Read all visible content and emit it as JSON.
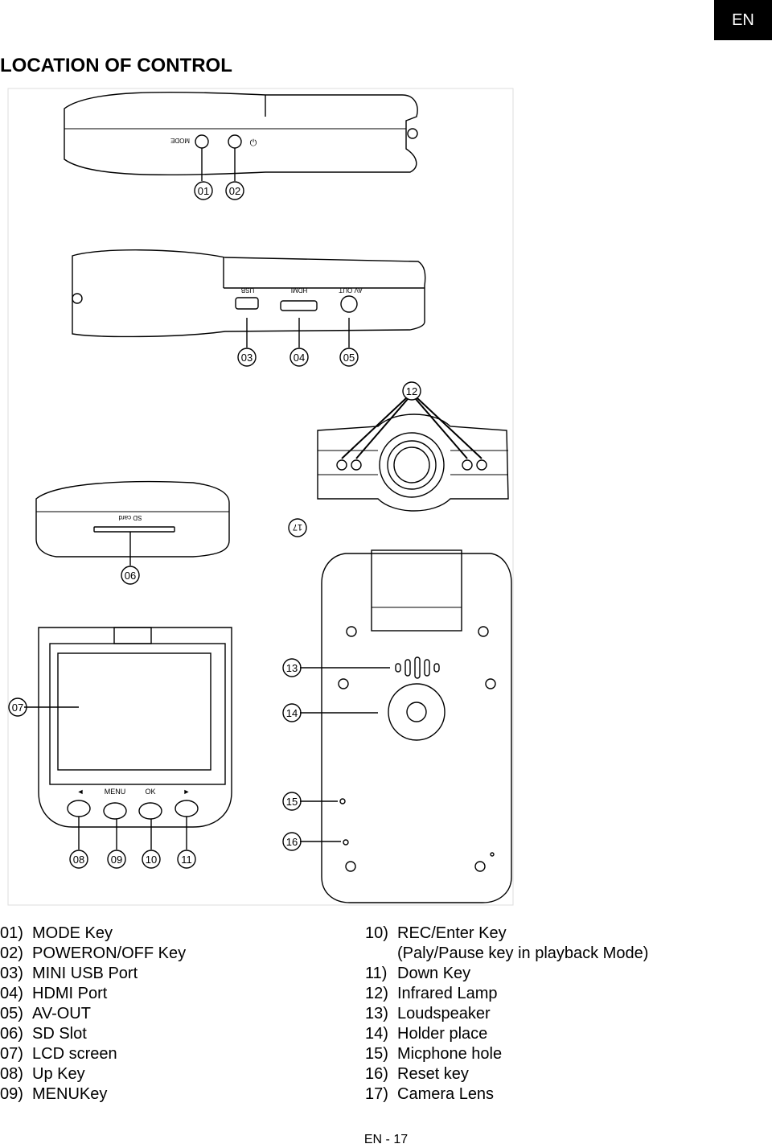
{
  "badge": "EN",
  "title": "LOCATION OF CONTROL",
  "diagram": {
    "top_view": {
      "mode_label": "MODE",
      "power_symbol": "⏻",
      "callouts": [
        "01",
        "02"
      ]
    },
    "side_view": {
      "usb_label": "USB",
      "hdmi_label": "HDMI",
      "av_label": "AV OUT",
      "callouts": [
        "03",
        "04",
        "05"
      ]
    },
    "front_view": {
      "callout": "12"
    },
    "bottom_view": {
      "sd_label": "SD card",
      "callout": "06",
      "lens_callout": "17"
    },
    "lcd_view": {
      "menu_label": "MENU",
      "ok_label": "OK",
      "left_arrow": "◄",
      "right_arrow": "►",
      "callouts": [
        "07",
        "08",
        "09",
        "10",
        "11"
      ]
    },
    "back_view": {
      "callouts": [
        "13",
        "14",
        "15",
        "16"
      ]
    }
  },
  "legend_left": [
    {
      "num": "01)",
      "text": "MODE Key"
    },
    {
      "num": "02)",
      "text": "POWERON/OFF Key"
    },
    {
      "num": "03)",
      "text": "MINI USB Port"
    },
    {
      "num": "04)",
      "text": "HDMI Port"
    },
    {
      "num": "05)",
      "text": "AV-OUT"
    },
    {
      "num": "06)",
      "text": "SD Slot"
    },
    {
      "num": "07)",
      "text": "LCD screen"
    },
    {
      "num": "08)",
      "text": "Up Key"
    },
    {
      "num": "09)",
      "text": "MENUKey"
    }
  ],
  "legend_right": {
    "first": {
      "num": "10)",
      "text": "REC/Enter Key"
    },
    "first_note": "(Paly/Pause key in playback Mode)",
    "rest": [
      {
        "num": "11)",
        "text": "Down Key"
      },
      {
        "num": "12)",
        "text": "Infrared Lamp"
      },
      {
        "num": "13)",
        "text": "Loudspeaker"
      },
      {
        "num": "14)",
        "text": "Holder place"
      },
      {
        "num": "15)",
        "text": "Micphone hole"
      },
      {
        "num": "16)",
        "text": "Reset key"
      },
      {
        "num": "17)",
        "text": "Camera Lens"
      }
    ]
  },
  "footer": "EN - 17"
}
